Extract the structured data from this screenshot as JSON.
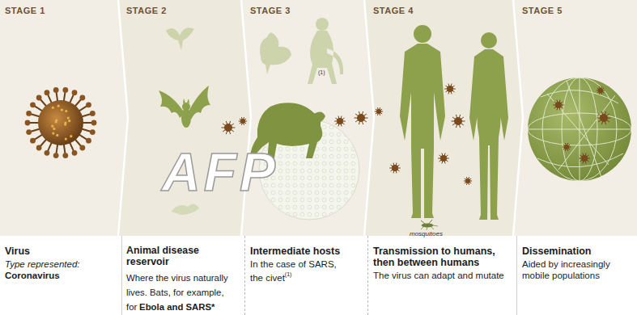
{
  "diagram": {
    "nodes": [
      {
        "text": [
          "STAGE 1",
          "Virus",
          "Type represented:",
          "Coronavirus"
        ]
      },
      {
        "text": [
          "STAGE 2",
          "Animal disease reservoir",
          "Where the virus naturally lives. Bats, for example, for",
          "Ebola and SARS*"
        ]
      },
      {
        "text": [
          "STAGE 3",
          "Intermediate hosts",
          "In the case of SARS,",
          "the civet",
          "(1)"
        ]
      },
      {
        "text": [
          "STAGE 4",
          "Transmission to humans, then between humans",
          "The virus can adapt and mutate"
        ]
      },
      {
        "text": [
          "STAGE 5",
          "Dissemination",
          "Aided by increasingly mobile populations"
        ]
      }
    ],
    "labels": [
      "(1)",
      "mosquitoes",
      "AFP"
    ]
  }
}
